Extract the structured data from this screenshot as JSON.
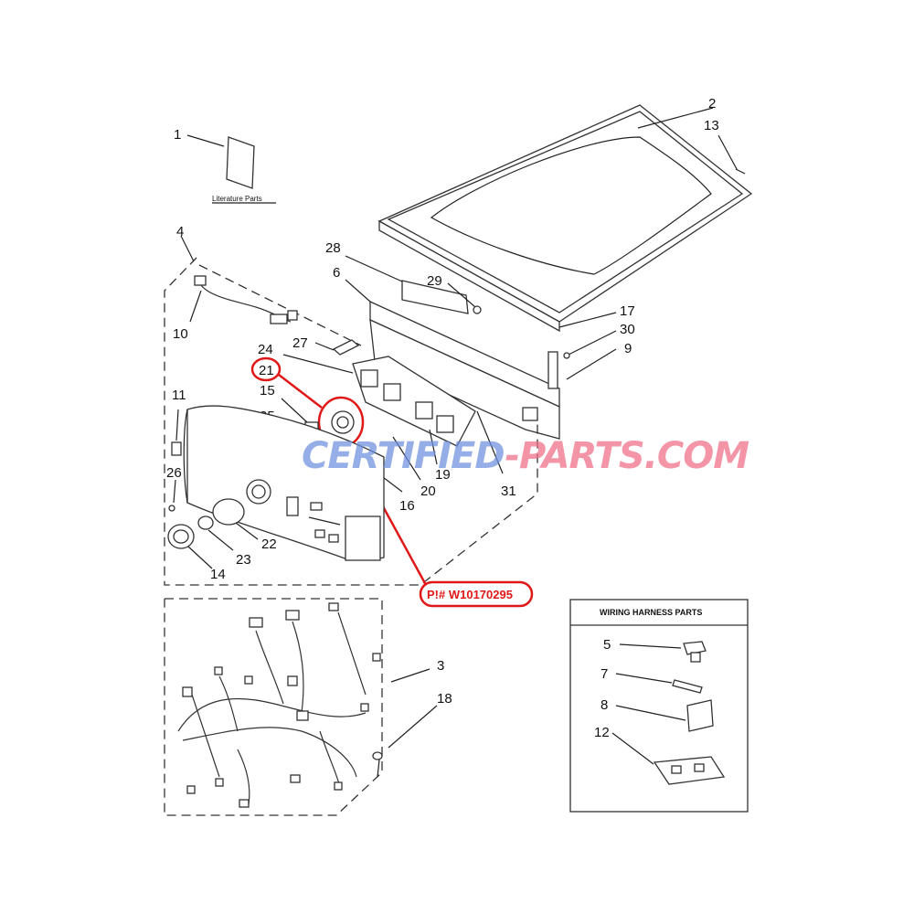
{
  "literature_label": "Literature Parts",
  "wiring_box_title": "WIRING HARNESS PARTS",
  "part_number_label": "P!# W10170295",
  "watermark": {
    "text_left": "CERTIFIED",
    "text_dash": "-",
    "text_right": "PARTS.COM",
    "color_left": "#6d8fe0",
    "color_right": "#f06b86"
  },
  "highlight_color": "#e01818",
  "callouts": {
    "c1": "1",
    "c2": "2",
    "c13": "13",
    "c4": "4",
    "c28": "28",
    "c6": "6",
    "c29": "29",
    "c10": "10",
    "c27": "27",
    "c17": "17",
    "c30": "30",
    "c9": "9",
    "c24": "24",
    "c21": "21",
    "c15": "15",
    "c11": "11",
    "c25": "25",
    "c26": "26",
    "c19": "19",
    "c31": "31",
    "c20": "20",
    "c16": "16",
    "c22": "22",
    "c23": "23",
    "c14": "14",
    "c3": "3",
    "c18": "18",
    "c5": "5",
    "c7": "7",
    "c8": "8",
    "c12": "12"
  }
}
